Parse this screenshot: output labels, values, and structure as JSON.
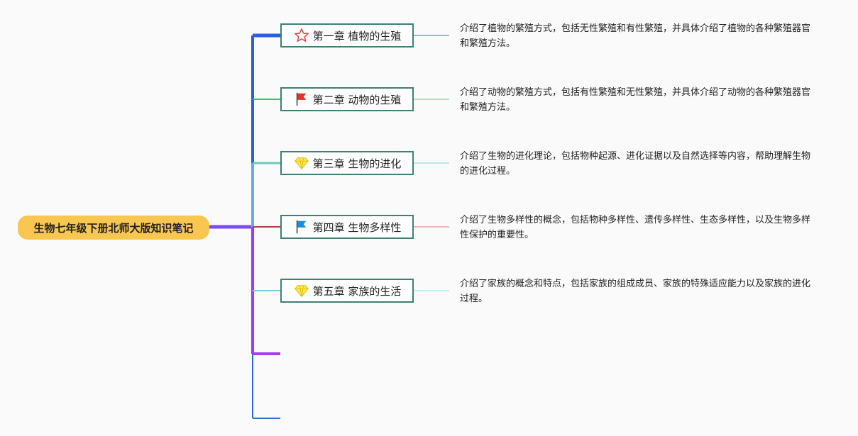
{
  "root": {
    "label": "生物七年级下册北师大版知识笔记"
  },
  "chapters": [
    {
      "label": "第一章 植物的生殖",
      "icon": "star-icon",
      "color": "#2e5ee8",
      "description": "介绍了植物的繁殖方式，包括无性繁殖和有性繁殖，并具体介绍了植物的各种繁殖器官和繁殖方法。"
    },
    {
      "label": "第二章 动物的生殖",
      "icon": "red-flag-icon",
      "color": "#37c46a",
      "description": "介绍了动物的繁殖方式，包括有性繁殖和无性繁殖，并具体介绍了动物的各种繁殖器官和繁殖方法。"
    },
    {
      "label": "第三章 生物的进化",
      "icon": "diamond-icon",
      "color": "#6cc9c0",
      "description": "介绍了生物的进化理论，包括物种起源、进化证据以及自然选择等内容，帮助理解生物的进化过程。"
    },
    {
      "label": "第四章 生物多样性",
      "icon": "blue-flag-icon",
      "color": "#e0788a",
      "description": "介绍了生物多样性的概念，包括物种多样性、遗传多样性、生态多样性，以及生物多样性保护的重要性。"
    },
    {
      "label": "第五章 家族的生活",
      "icon": "diamond-icon",
      "color": "#6fd3dc",
      "description": "介绍了家族的概念和特点，包括家族的组成成员、家族的特殊适应能力以及家族的进化过程。"
    }
  ],
  "colors": {
    "root_fill": "#f9c74f",
    "node_border": "#3f7f75",
    "trunk": "#8a3cf0"
  }
}
